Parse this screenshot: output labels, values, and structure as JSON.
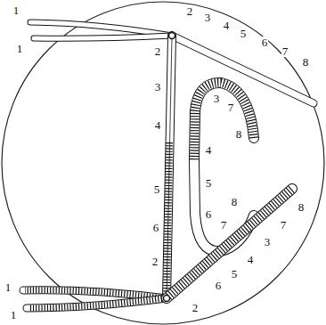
{
  "diagram": {
    "labels": [
      "1",
      "1",
      "2",
      "3",
      "4",
      "5",
      "6",
      "7",
      "8",
      "2",
      "3",
      "4",
      "3",
      "7",
      "8",
      "4",
      "5",
      "5",
      "8",
      "6",
      "7",
      "6",
      "2",
      "8",
      "7",
      "3",
      "4",
      "5",
      "1",
      "6",
      "2",
      "1"
    ]
  }
}
